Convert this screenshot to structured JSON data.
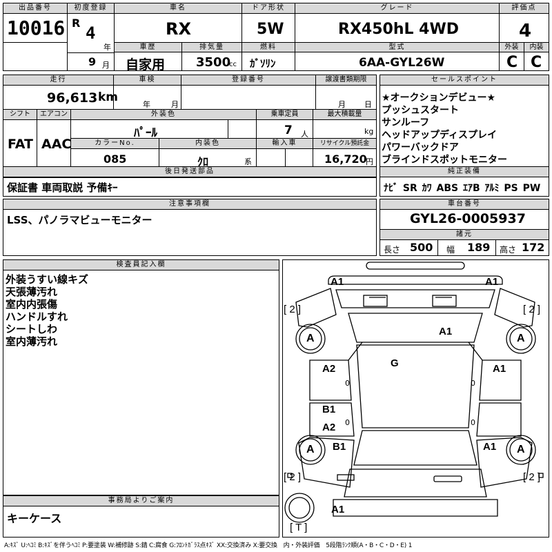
{
  "header": {
    "lot_label": "出品番号",
    "lot": "10016",
    "first_reg_label": "初度登録",
    "era": "R",
    "year_num": "4",
    "year_unit": "年",
    "month_num": "9",
    "month_unit": "月",
    "name_label": "車名",
    "name": "RX",
    "door_label": "ドア形状",
    "door": "5W",
    "grade_label": "グレード",
    "grade": "RX450hL 4WD",
    "score_label": "評価点",
    "score": "4",
    "history_label": "車歴",
    "history": "自家用",
    "displacement_label": "排気量",
    "displacement": "3500",
    "displacement_unit": "cc",
    "fuel_label": "燃料",
    "fuel": "ｶﾞｿﾘﾝ",
    "model_label": "型式",
    "model": "6AA-GYL26W",
    "ext_label": "外装",
    "ext": "C",
    "int_label": "内装",
    "int": "C"
  },
  "row2": {
    "mileage_label": "走行",
    "mileage": "96,613",
    "mileage_unit": "km",
    "inspection_label": "車検",
    "insp_year": "年",
    "insp_month": "月",
    "reg_no_label": "登録番号",
    "transfer_label": "譲渡書類期限",
    "transfer_month": "月",
    "transfer_day": "日",
    "shift_label": "シフト",
    "shift": "FAT",
    "ac_label": "エアコン",
    "ac": "AAC",
    "ext_color_label": "外装色",
    "ext_color": "ﾊﾟｰﾙ",
    "capacity_label": "乗車定員",
    "capacity": "7",
    "capacity_unit": "人",
    "load_label": "最大積載量",
    "load_unit": "kg",
    "color_no_label": "カラーNo.",
    "color_no": "085",
    "int_color_label": "内装色",
    "int_color": "ｸﾛ",
    "int_color_unit": "系",
    "import_label": "輸入車",
    "recycle_label": "リサイクル預託金",
    "recycle": "16,720",
    "recycle_unit": "円"
  },
  "sales": {
    "label": "セールスポイント",
    "lines": [
      "★オークションデビュー★",
      "プッシュスタート",
      "サンルーフ",
      "ヘッドアップディスプレイ",
      "パワーバックドア",
      "ブラインドスポットモニター"
    ]
  },
  "later": {
    "label": "後日発送部品",
    "text": "保証書 車両取説 予備ｷｰ"
  },
  "equip": {
    "label": "純正装備",
    "items": [
      "ﾅﾋﾞ",
      "SR",
      "ｶﾜ",
      "ABS",
      "ｴｱB",
      "ｱﾙﾐ",
      "PS",
      "PW"
    ]
  },
  "notes": {
    "label": "注意事項欄",
    "text": "LSS、パノラマビューモニター"
  },
  "chassis": {
    "label": "車台番号",
    "value": "GYL26-0005937"
  },
  "spec": {
    "label": "諸元",
    "length_label": "長さ",
    "length": "500",
    "width_label": "幅",
    "width": "189",
    "height_label": "高さ",
    "height": "172"
  },
  "inspector": {
    "label": "検査員記入欄",
    "lines": [
      "外装うすい線キズ",
      "天張薄汚れ",
      "室内内張傷",
      "ハンドルすれ",
      "シートしわ",
      "室内薄汚れ"
    ]
  },
  "office": {
    "label": "事務局よりご案内",
    "text": "キーケース"
  },
  "diagram": {
    "front_left": "A1",
    "front_right": "A1",
    "tire_fl": "[ 2 ]",
    "tire_fr": "[ 2 ]",
    "tire_rl": "[ 2 ]",
    "tire_rr": "[ 2 ]",
    "wheel_fl": "A",
    "wheel_fr": "A",
    "wheel_rl": "A",
    "wheel_rr": "A",
    "roof": "A1",
    "center": "G",
    "door_fl": "A2",
    "door_fr": "A1",
    "door_rl_1": "B1",
    "door_rl_2": "A2",
    "rear_left": "B1",
    "rear_right": "A1",
    "rear_bumper": "A1",
    "spare": "[ T ]",
    "zero_1": "0",
    "zero_2": "0",
    "zero_3": "0",
    "zero_4": "0"
  },
  "legend": "A:ｷｽﾞ U:ﾍｺﾐ B:ｷｽﾞを伴うﾍｺﾐ P:要塗装 W:補修跡 S:錆 C:腐食 G:ﾌﾛﾝﾄｶﾞﾗｽ点ｷｽﾞ XX:交換済み X:要交換　内・外装評価　5段階ﾗﾝｸ順(A・B・C・D・E) 1"
}
